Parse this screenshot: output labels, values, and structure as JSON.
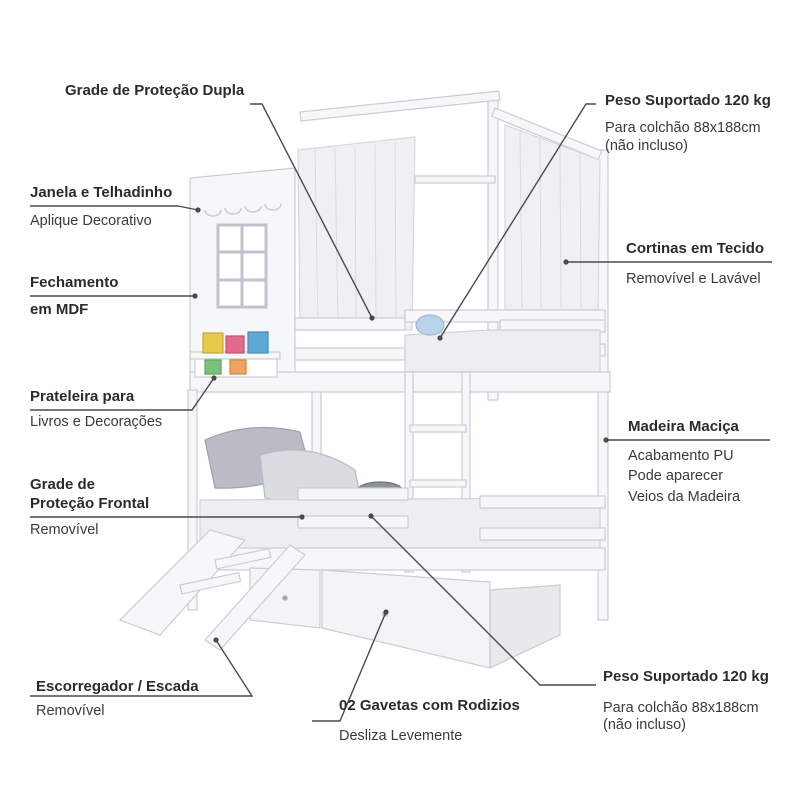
{
  "colors": {
    "line": "#4a4a4a",
    "wood": "#f6f7f9",
    "wood_edge": "#c9cdd4",
    "shadow": "#e4e7ec",
    "curtain": "#eef0f3",
    "pillow": "#b9bcc4",
    "book_colors": [
      "#e8c94a",
      "#e46a8c",
      "#5da9d6",
      "#7ac27b",
      "#f0a35c"
    ]
  },
  "labels": {
    "grade_dupla": {
      "title": "Grade de Proteção Dupla"
    },
    "janela": {
      "title": "Janela e Telhadinho",
      "sub": "Aplique Decorativo"
    },
    "fechamento": {
      "title_line1": "Fechamento",
      "title_line2": "em MDF"
    },
    "prateleira": {
      "title": "Prateleira para",
      "sub": "Livros e Decorações"
    },
    "grade_frontal": {
      "title_line1": "Grade de",
      "title_line2": "Proteção Frontal",
      "sub": "Removível"
    },
    "escorregador": {
      "title": "Escorregador / Escada",
      "sub": "Removível"
    },
    "gavetas": {
      "title": "02 Gavetas com Rodizios",
      "sub": "Desliza Levemente"
    },
    "peso_top": {
      "title": "Peso Suportado 120 kg",
      "sub_line1": "Para colchão 88x188cm",
      "sub_line2": "(não incluso)"
    },
    "cortinas": {
      "title": "Cortinas em Tecido",
      "sub": "Removível e Lavável"
    },
    "madeira": {
      "title": "Madeira Maciça",
      "sub_line1": "Acabamento PU",
      "sub_line2": "Pode aparecer",
      "sub_line3": "Veios da Madeira"
    },
    "peso_bottom": {
      "title": "Peso Suportado 120 kg",
      "sub_line1": "Para colchão 88x188cm",
      "sub_line2": "(não incluso)"
    }
  }
}
